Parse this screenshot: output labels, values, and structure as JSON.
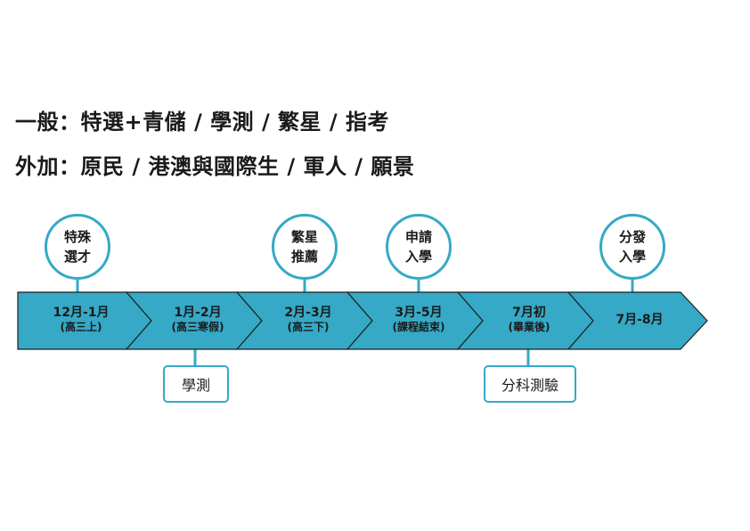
{
  "headings": {
    "general": "一般：特選+青儲 / 學測 / 繁星 / 指考",
    "extra": "外加：原民 / 港澳與國際生 / 軍人 / 願景"
  },
  "timeline": {
    "segments": [
      {
        "main": "12月-1月",
        "sub": "(高三上)"
      },
      {
        "main": "1月-2月",
        "sub": "(高三寒假)"
      },
      {
        "main": "2月-3月",
        "sub": "(高三下)"
      },
      {
        "main": "3月-5月",
        "sub": "(課程結束)"
      },
      {
        "main": "7月初",
        "sub": "(畢業後)"
      },
      {
        "main": "7月-8月",
        "sub": ""
      }
    ],
    "milestones_above": [
      {
        "line1": "特殊",
        "line2": "選才"
      },
      {
        "line1": "繁星",
        "line2": "推薦"
      },
      {
        "line1": "申請",
        "line2": "入學"
      },
      {
        "line1": "分發",
        "line2": "入學"
      }
    ],
    "milestones_below": [
      {
        "label": "學測"
      },
      {
        "label": "分科測驗"
      }
    ]
  },
  "colors": {
    "arrow_fill": "#35a9c6",
    "arrow_outline": "#1f1f1f",
    "accent": "#35a9c6"
  }
}
